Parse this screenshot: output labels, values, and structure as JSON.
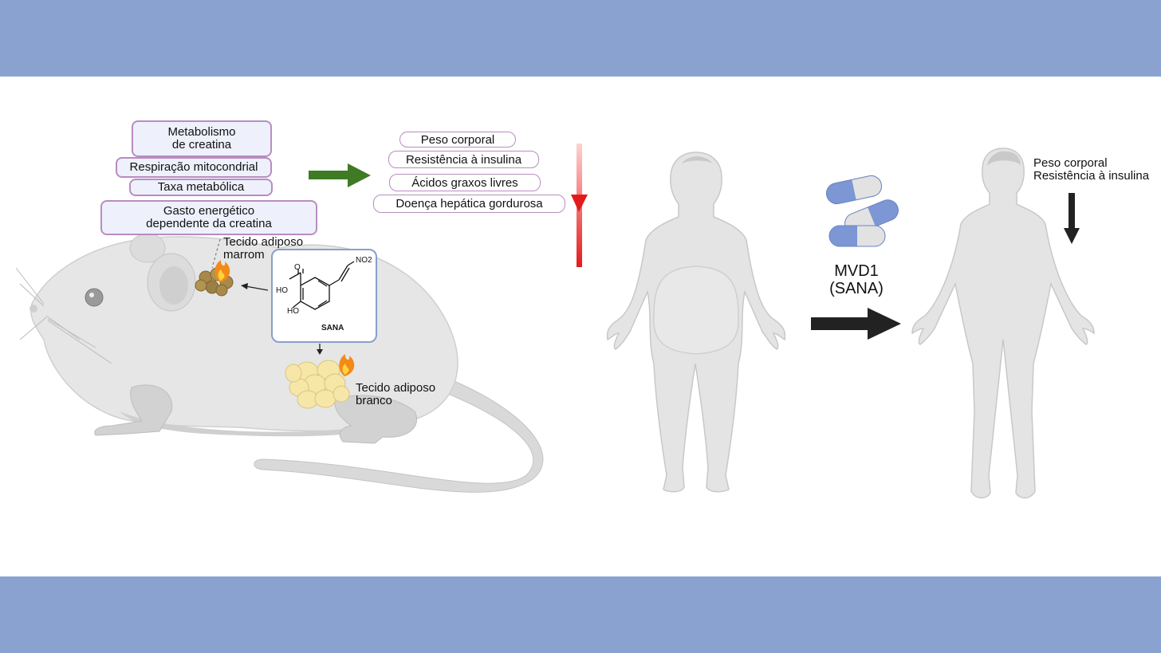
{
  "mouse_panel": {
    "effects": [
      [
        "Metabolismo",
        "de creatina"
      ],
      [
        "Respiração mitocondrial"
      ],
      [
        "Taxa metabólica"
      ],
      [
        "Gasto energético",
        "dependente da creatina"
      ]
    ],
    "outcomes": [
      "Peso corporal",
      "Resistência à insulina",
      "Ácidos graxos livres",
      "Doença hepática gordurosa"
    ],
    "brown_fat_label": [
      "Tecido adiposo",
      "marrom"
    ],
    "white_fat_label": [
      "Tecido adiposo",
      "branco"
    ],
    "compound": {
      "name": "SANA",
      "groups": [
        "NO2",
        "HO",
        "O",
        "HO"
      ]
    }
  },
  "human_panel": {
    "drug_label": [
      "MVD1",
      "(SANA)"
    ],
    "result_lines": [
      "Peso corporal",
      "Resistência à insulina"
    ]
  },
  "colors": {
    "band": "#8aa2cf",
    "box_border": "#b98cc1",
    "box_fill": "#eef1fb",
    "green_arrow": "#3f7a25",
    "red_arrow": "#e31b1b",
    "capsule_blue": "#7d96d4",
    "capsule_grey": "#e2e2e2"
  }
}
